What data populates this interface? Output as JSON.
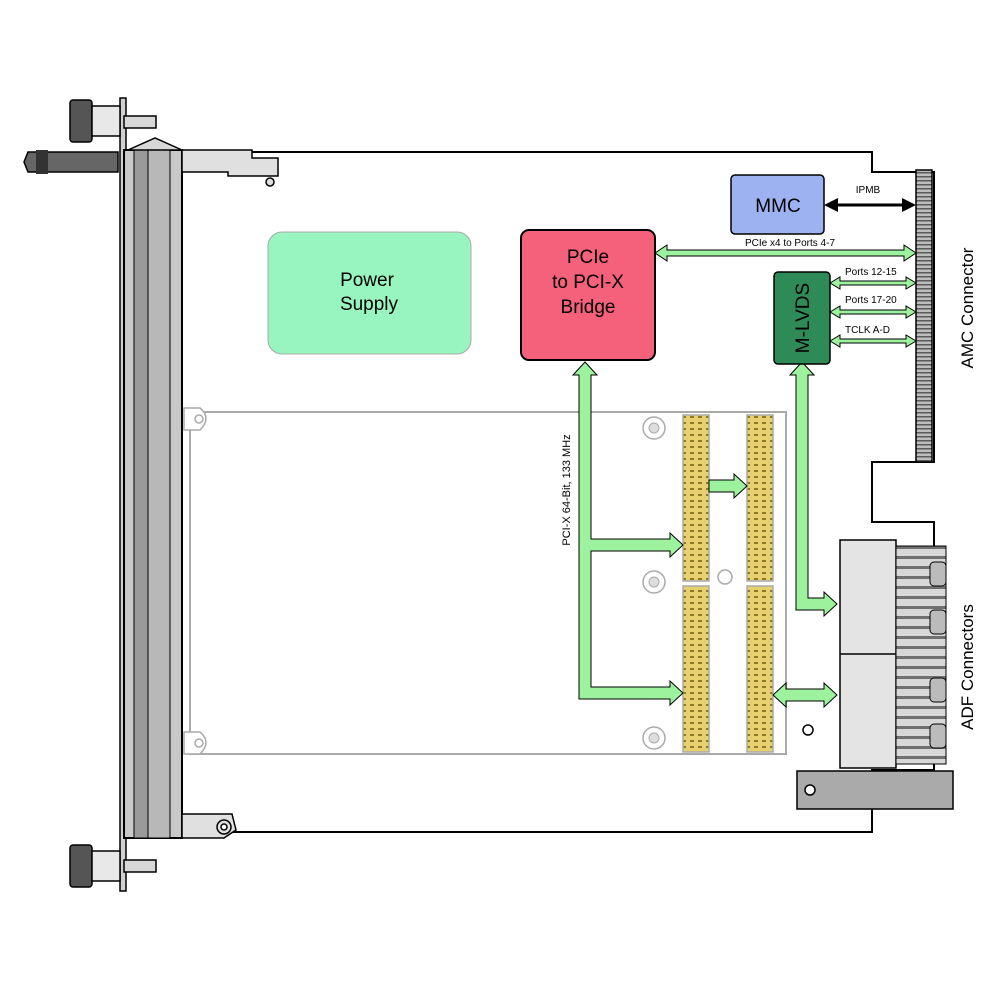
{
  "blocks": {
    "power_supply": [
      "Power",
      "Supply"
    ],
    "bridge": [
      "PCIe",
      "to PCI-X",
      "Bridge"
    ],
    "mmc": "MMC",
    "mlvds": "M-LVDS"
  },
  "links": {
    "ipmb": "IPMB",
    "pcie_ports": "PCIe x4 to Ports 4-7",
    "ports_12_15": "Ports 12-15",
    "ports_17_20": "Ports 17-20",
    "tclk": "TCLK A-D",
    "pcix_bus": "PCI-X 64-Bit, 133 MHz"
  },
  "connectors": {
    "amc": "AMC Connector",
    "adf": "ADF Connectors"
  },
  "colors": {
    "power_supply": "#99f5c0",
    "bridge": "#f5607a",
    "mmc": "#9db2f0",
    "mlvds": "#2e8b57",
    "arrow": "#9df29d",
    "connector_pins": "#e8d070",
    "board": "#ffffff",
    "panel": "#c8c8c8"
  }
}
